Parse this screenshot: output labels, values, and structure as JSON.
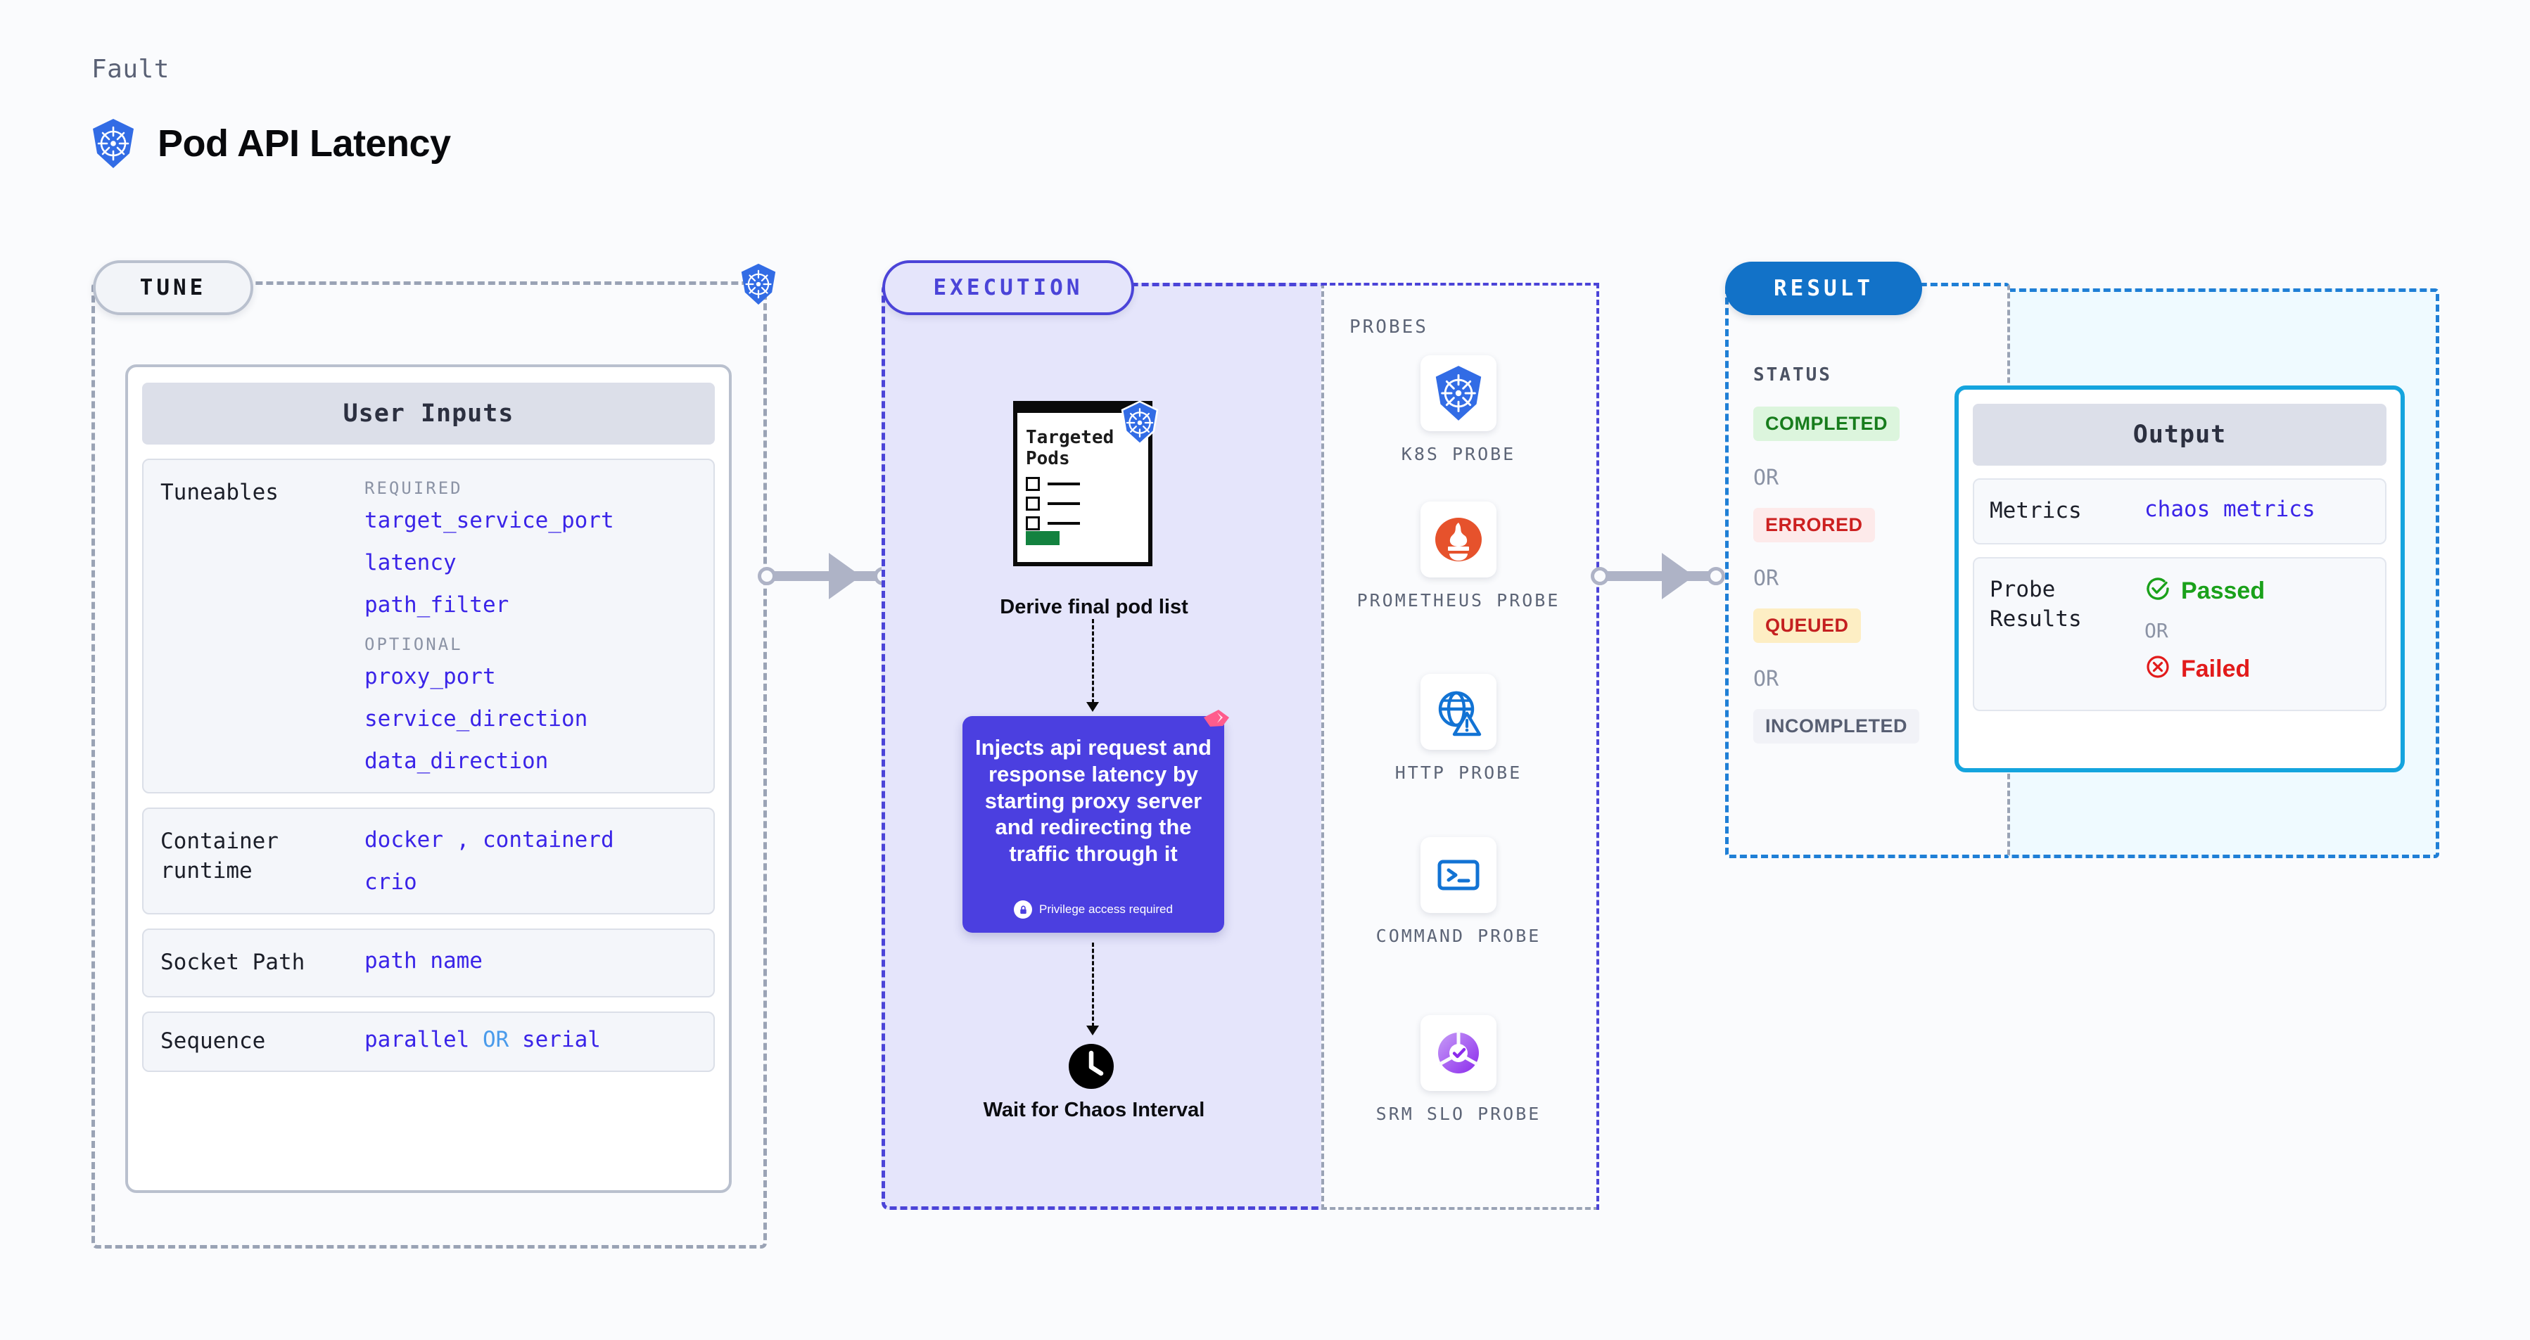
{
  "header": {
    "eyebrow": "Fault",
    "title": "Pod API Latency",
    "icon": "kubernetes-icon"
  },
  "tune": {
    "pill": "TUNE",
    "badge_icon": "kubernetes-icon",
    "card_title": "User Inputs",
    "rows": [
      {
        "label": "Tuneables",
        "groups": [
          {
            "caption": "REQUIRED",
            "values": [
              "target_service_port",
              "latency",
              "path_filter"
            ]
          },
          {
            "caption": "OPTIONAL",
            "values": [
              "proxy_port",
              "service_direction",
              "data_direction"
            ]
          }
        ]
      },
      {
        "label": "Container runtime",
        "values_line1": [
          "docker",
          "containerd"
        ],
        "separator": ",",
        "values_line2": [
          "crio"
        ]
      },
      {
        "label": "Socket Path",
        "value": "path name"
      },
      {
        "label": "Sequence",
        "value_a": "parallel",
        "conjunction": "OR",
        "value_b": "serial"
      }
    ]
  },
  "execution": {
    "pill": "EXECUTION",
    "pods_card": {
      "title": "Targeted Pods",
      "icon": "kubernetes-icon",
      "rows": 3
    },
    "step1_caption": "Derive final pod list",
    "inject": {
      "text": "Injects api request and response latency by starting proxy server and redirecting the traffic through it",
      "privilege_note": "Privilege access required",
      "privilege_icon": "lock-icon",
      "brand_icon": "litmus-icon",
      "color": "#4b3fe0"
    },
    "step3_caption": "Wait for Chaos Interval",
    "step3_icon": "clock-icon"
  },
  "probes": {
    "label": "PROBES",
    "items": [
      {
        "name": "K8S PROBE",
        "icon": "kubernetes-icon"
      },
      {
        "name": "PROMETHEUS PROBE",
        "icon": "prometheus-icon"
      },
      {
        "name": "HTTP PROBE",
        "icon": "http-globe-warning-icon"
      },
      {
        "name": "COMMAND PROBE",
        "icon": "terminal-icon"
      },
      {
        "name": "SRM SLO PROBE",
        "icon": "srm-slo-icon"
      }
    ]
  },
  "result": {
    "pill": "RESULT",
    "status_label": "STATUS",
    "or_label": "OR",
    "statuses": [
      {
        "text": "COMPLETED",
        "bg": "#dcf5dd",
        "fg": "#177c1c"
      },
      {
        "text": "ERRORED",
        "bg": "#fdeaea",
        "fg": "#cc2020"
      },
      {
        "text": "QUEUED",
        "bg": "#fdeec4",
        "fg": "#c42020"
      },
      {
        "text": "INCOMPLETED",
        "bg": "#f1f2f7",
        "fg": "#575e72"
      }
    ],
    "output": {
      "title": "Output",
      "metrics_label": "Metrics",
      "metrics_value": "chaos metrics",
      "probe_results_label": "Probe Results",
      "passed_label": "Passed",
      "passed_icon": "check-circle-icon",
      "or_label": "OR",
      "failed_label": "Failed",
      "failed_icon": "x-circle-icon"
    }
  }
}
